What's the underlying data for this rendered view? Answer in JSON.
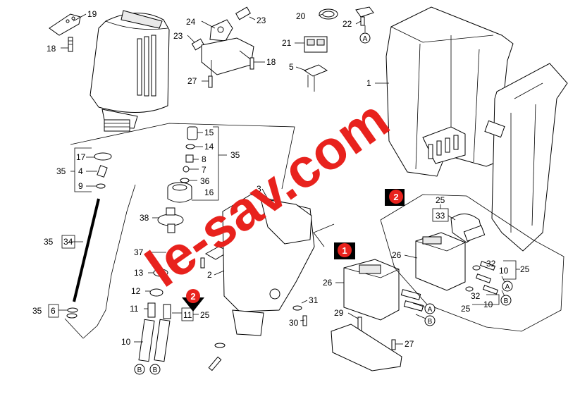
{
  "watermark": {
    "text": "le-sav.com",
    "color": "#e8221d"
  },
  "labels": {
    "l19": "19",
    "l18a": "18",
    "l24": "24",
    "l23a": "23",
    "l23b": "23",
    "l27a": "27",
    "l18b": "18",
    "l20": "20",
    "l22": "22",
    "l21": "21",
    "l5": "5",
    "l1": "1",
    "l15": "15",
    "l14": "14",
    "l8": "8",
    "l7": "7",
    "l36": "36",
    "l16": "16",
    "l35a": "35",
    "l17": "17",
    "l35b": "35",
    "l4": "4",
    "l9": "9",
    "l3": "3",
    "l38": "38",
    "l37": "37",
    "l2": "2",
    "l13": "13",
    "l12": "12",
    "l11a": "11",
    "l11b": "11",
    "l25a": "25",
    "l10a": "10",
    "l35c": "35",
    "l34": "34",
    "l35d": "35",
    "l6": "6",
    "l31": "31",
    "l30": "30",
    "l26a": "26",
    "l29": "29",
    "l27b": "27",
    "l25b": "25",
    "l33": "33",
    "l26b": "26",
    "l32a": "32",
    "l10b": "10",
    "l25c": "25",
    "l32b": "32",
    "l10c": "10",
    "l25d": "25"
  },
  "refs": {
    "A": "A",
    "B": "B"
  },
  "badges": {
    "one": "1",
    "two": "2"
  }
}
